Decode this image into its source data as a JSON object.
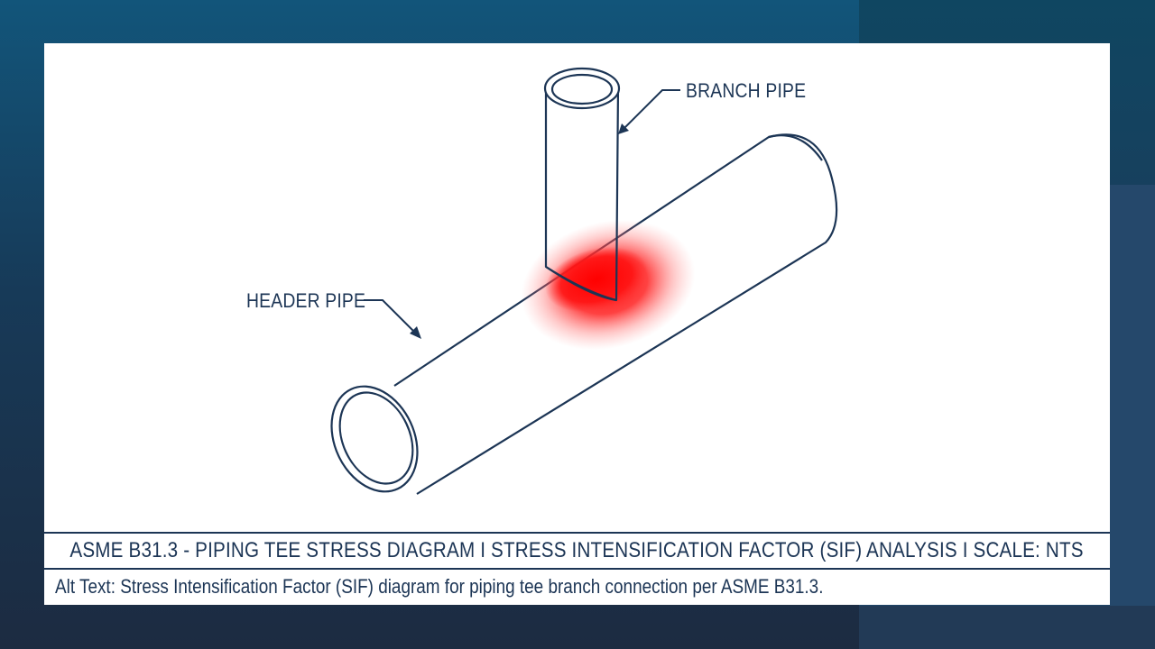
{
  "labels": {
    "branch_pipe": "BRANCH PIPE",
    "header_pipe": "HEADER PIPE"
  },
  "title_block": {
    "text": "ASME B31.3 - PIPING TEE STRESS DIAGRAM I STRESS INTENSIFICATION FACTOR (SIF) ANALYSIS I SCALE: NTS"
  },
  "caption": {
    "text": "Alt Text: Stress Intensification Factor (SIF) diagram for piping tee branch connection per ASME B31.3."
  },
  "colors": {
    "background_top": "#12557a",
    "background_bottom": "#1c2b41",
    "card": "#ffffff",
    "line": "#1c3555",
    "stress_highlight": "#ff1a1a"
  },
  "icons": {
    "header_pipe": "header-pipe-drawing",
    "branch_pipe": "branch-pipe-drawing",
    "stress_zone": "stress-hotspot"
  }
}
